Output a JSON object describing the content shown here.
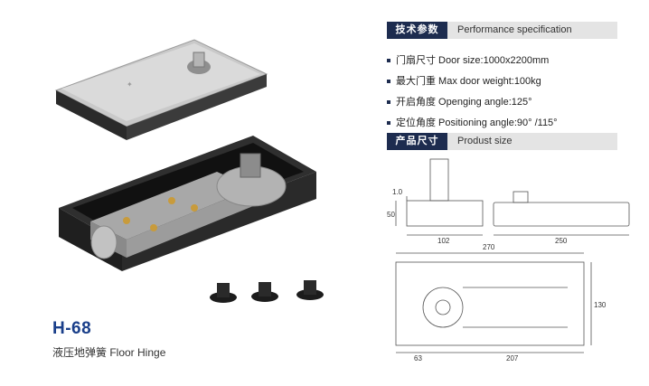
{
  "product": {
    "model": "H-68",
    "subtitle": "液压地弹簧 Floor Hinge"
  },
  "performance": {
    "tag": "技术参数",
    "title": "Performance specification",
    "items": [
      "门扇尺寸 Door size:1000x2200mm",
      "最大门重 Max door weight:100kg",
      "开启角度 Openging angle:125°",
      "定位角度 Positioning angle:90° /115°"
    ]
  },
  "size_section": {
    "tag": "产品尺寸",
    "title": "Produst size"
  },
  "dimensions": {
    "top_thickness": "1.0",
    "height": "50",
    "side_width": "102",
    "top_length": "250",
    "plan_length": "270",
    "plan_width": "130",
    "left_offset": "63",
    "right_offset": "207"
  },
  "colors": {
    "header_dark": "#1d2c4f",
    "header_light": "#e4e4e4",
    "model_blue": "#1a3f8a"
  }
}
